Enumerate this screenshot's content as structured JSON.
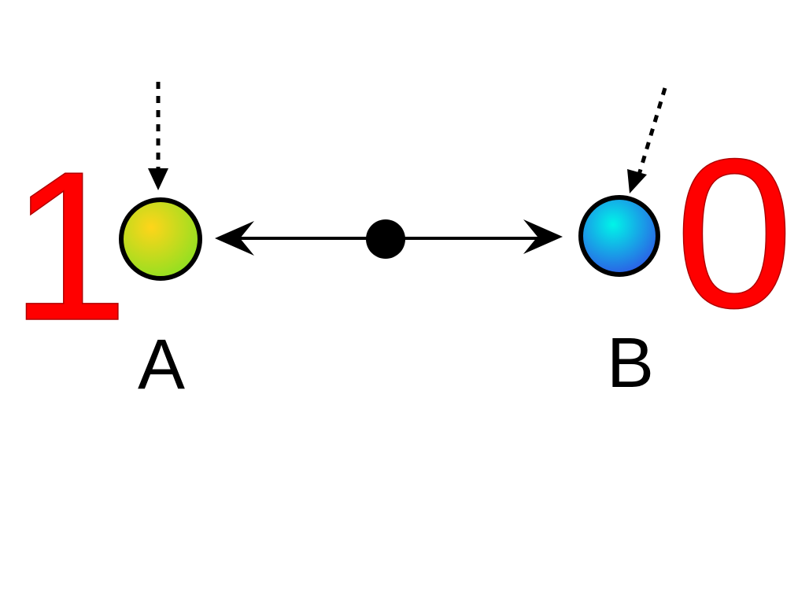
{
  "node_a": {
    "label": "A",
    "value": "1",
    "fill_center": "#ffd51a",
    "fill_edge": "#8ee021"
  },
  "node_b": {
    "label": "B",
    "value": "0",
    "fill_center": "#00f5e8",
    "fill_edge": "#2e56e6"
  },
  "colors": {
    "value_digit": "#ff0000",
    "stroke": "#000000",
    "background": "#ffffff"
  },
  "connector": {
    "style": "double-headed arrow from central dot to both nodes"
  },
  "incoming_arrows": {
    "style": "dotted"
  }
}
